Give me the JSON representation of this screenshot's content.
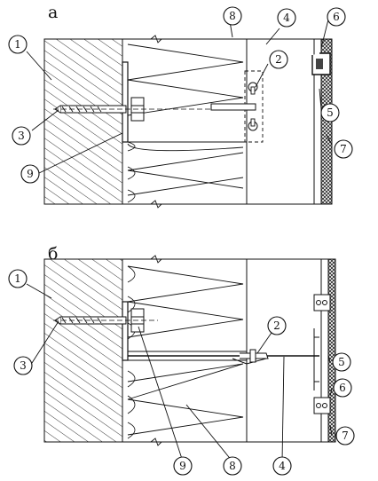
{
  "panels": [
    {
      "label": "а",
      "callouts": [
        "1",
        "2",
        "3",
        "4",
        "5",
        "6",
        "7",
        "8",
        "9"
      ]
    },
    {
      "label": "б",
      "callouts": [
        "1",
        "2",
        "3",
        "4",
        "5",
        "6",
        "7",
        "8",
        "9"
      ]
    }
  ]
}
